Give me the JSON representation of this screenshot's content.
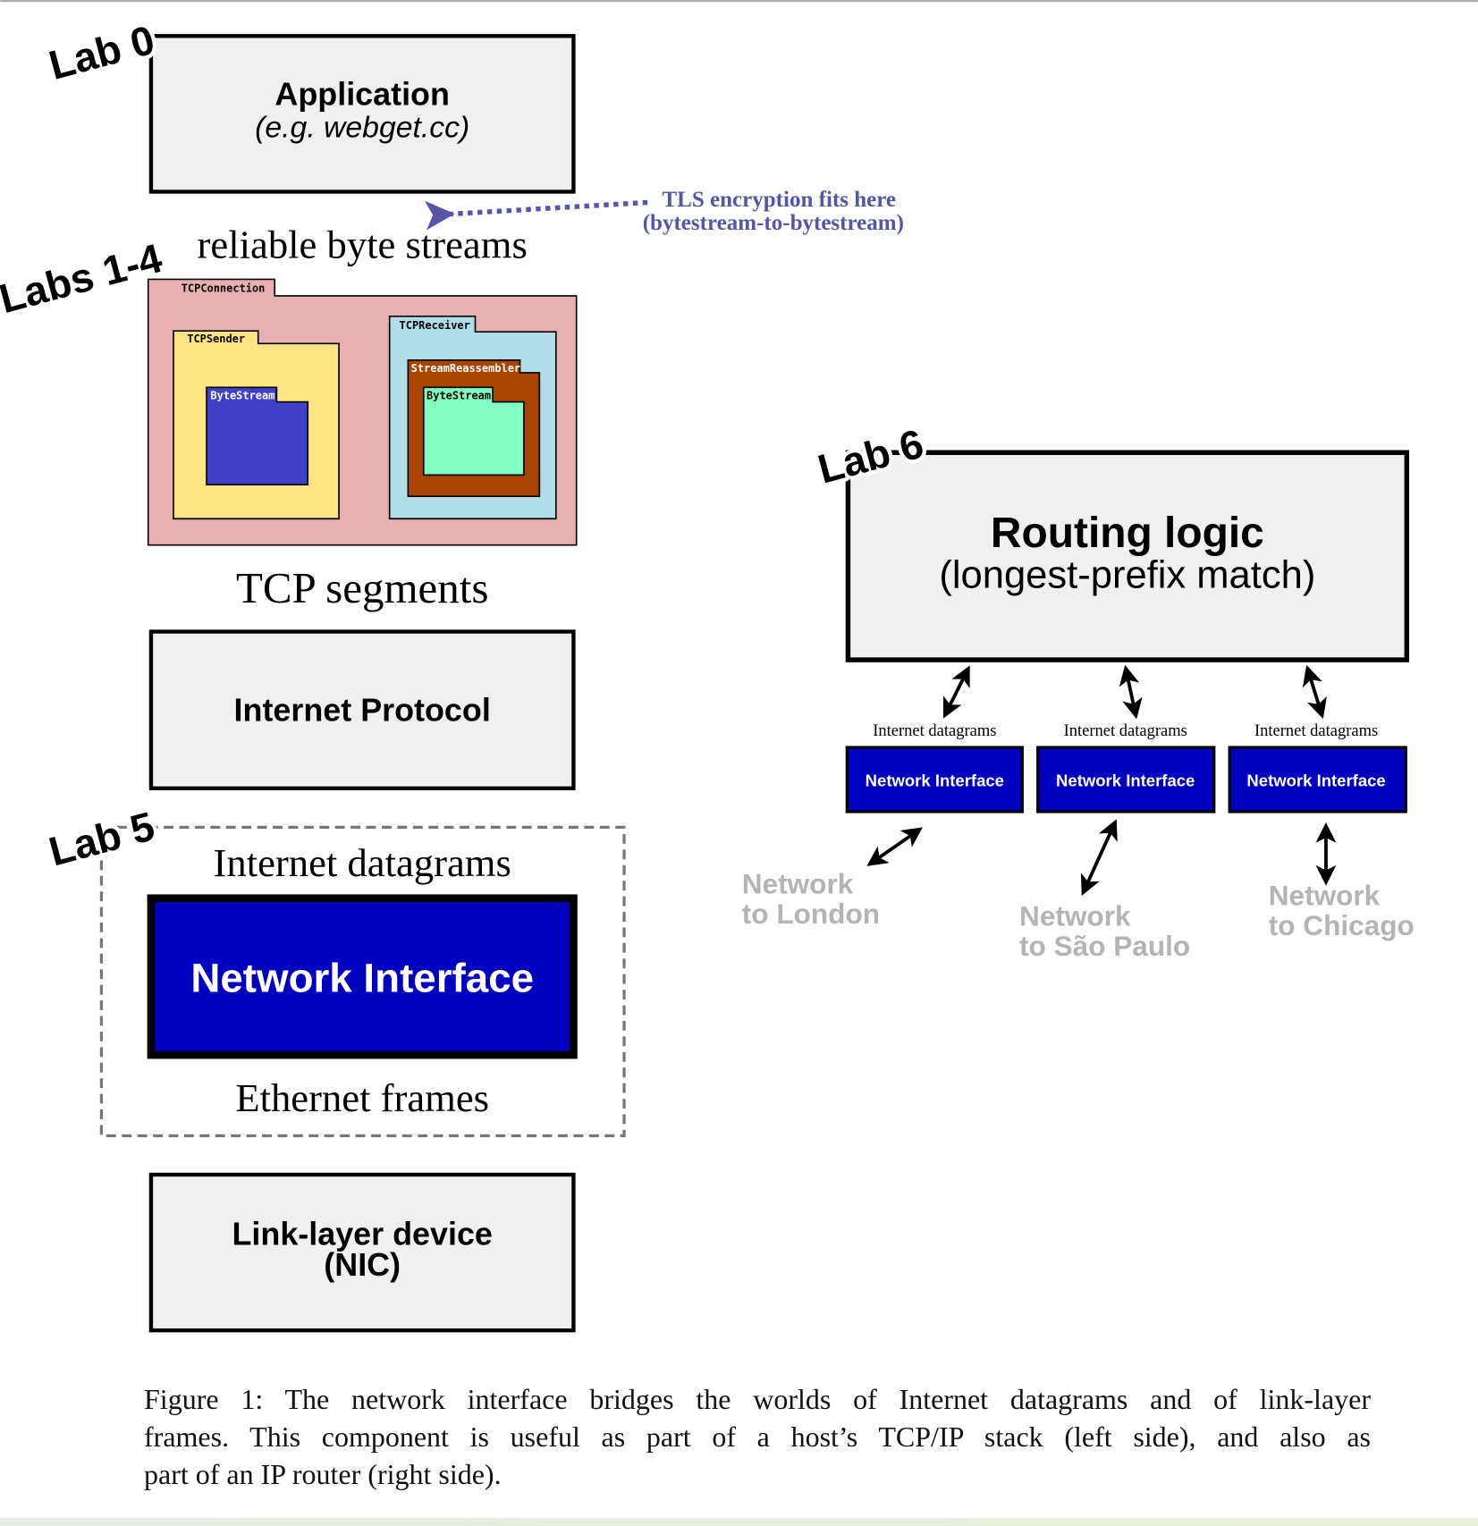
{
  "labels": {
    "lab0": "Lab 0",
    "labs14": "Labs 1-4",
    "lab5": "Lab 5",
    "lab6": "Lab 6"
  },
  "host_stack": {
    "application": {
      "title": "Application",
      "subtitle": "(e.g. webget.cc)"
    },
    "reliable_byte_streams": "reliable byte streams",
    "tls_note": {
      "line1": "TLS encryption fits here",
      "line2": "(bytestream-to-bytestream)",
      "color": "#5555aa"
    },
    "tcp_connection": {
      "label": "TCPConnection",
      "sender": {
        "label": "TCPSender",
        "bytestream": "ByteStream"
      },
      "receiver": {
        "label": "TCPReceiver",
        "reassembler": "StreamReassembler",
        "bytestream": "ByteStream"
      }
    },
    "tcp_segments": "TCP segments",
    "internet_protocol": "Internet Protocol",
    "internet_datagrams": "Internet datagrams",
    "network_interface": "Network Interface",
    "ethernet_frames": "Ethernet frames",
    "link_layer": {
      "line1": "Link-layer device",
      "line2": "(NIC)"
    }
  },
  "router": {
    "title": "Routing logic",
    "subtitle": "(longest-prefix match)",
    "interfaces": [
      {
        "datagrams": "Internet datagrams",
        "label": "Network Interface",
        "network_line1": "Network",
        "network_line2": "to London"
      },
      {
        "datagrams": "Internet datagrams",
        "label": "Network Interface",
        "network_line1": "Network",
        "network_line2": "to São Paulo"
      },
      {
        "datagrams": "Internet datagrams",
        "label": "Network Interface",
        "network_line1": "Network",
        "network_line2": "to Chicago"
      }
    ]
  },
  "caption": {
    "lines": [
      "Figure 1: The network interface bridges the worlds of Internet datagrams and of link-layer",
      "frames. This component is useful as part of a host’s TCP/IP stack (left side), and also as",
      "part of an IP router (right side)."
    ]
  },
  "colors": {
    "ni_blue": "#0000c0",
    "box_fill": "#f0f0f0",
    "connection": "#e8b0b0",
    "sender": "#ffe484",
    "sender_bytestream": "#4040c8",
    "receiver": "#b0dde8",
    "reassembler": "#a84400",
    "receiver_bytestream": "#80ffc0",
    "network_label": "#b4b4b4"
  }
}
